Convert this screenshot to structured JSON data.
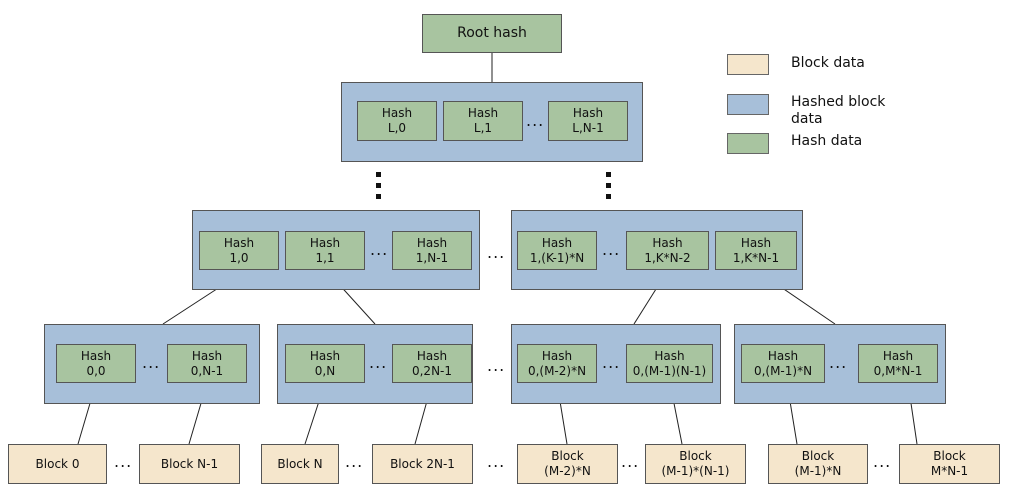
{
  "root": {
    "label": "Root hash"
  },
  "level_L": {
    "hashes": [
      {
        "title": "Hash",
        "index": "L,0"
      },
      {
        "title": "Hash",
        "index": "L,1"
      },
      {
        "title": "Hash",
        "index": "L,N-1"
      }
    ]
  },
  "level_1": {
    "left": [
      {
        "title": "Hash",
        "index": "1,0"
      },
      {
        "title": "Hash",
        "index": "1,1"
      },
      {
        "title": "Hash",
        "index": "1,N-1"
      }
    ],
    "right": [
      {
        "title": "Hash",
        "index": "1,(K-1)*N"
      },
      {
        "title": "Hash",
        "index": "1,K*N-2"
      },
      {
        "title": "Hash",
        "index": "1,K*N-1"
      }
    ]
  },
  "level_0": {
    "groups": [
      [
        {
          "title": "Hash",
          "index": "0,0"
        },
        {
          "title": "Hash",
          "index": "0,N-1"
        }
      ],
      [
        {
          "title": "Hash",
          "index": "0,N"
        },
        {
          "title": "Hash",
          "index": "0,2N-1"
        }
      ],
      [
        {
          "title": "Hash",
          "index": "0,(M-2)*N"
        },
        {
          "title": "Hash",
          "index": "0,(M-1)(N-1)"
        }
      ],
      [
        {
          "title": "Hash",
          "index": "0,(M-1)*N"
        },
        {
          "title": "Hash",
          "index": "0,M*N-1"
        }
      ]
    ]
  },
  "blocks": [
    {
      "line1": "Block 0",
      "line2": ""
    },
    {
      "line1": "Block N-1",
      "line2": ""
    },
    {
      "line1": "Block N",
      "line2": ""
    },
    {
      "line1": "Block 2N-1",
      "line2": ""
    },
    {
      "line1": "Block",
      "line2": "(M-2)*N"
    },
    {
      "line1": "Block",
      "line2": "(M-1)*(N-1)"
    },
    {
      "line1": "Block",
      "line2": "(M-1)*N"
    },
    {
      "line1": "Block",
      "line2": "M*N-1"
    }
  ],
  "ellipsis": "...",
  "legend": {
    "block_data": "Block data",
    "hashed_block_line1": "Hashed block",
    "hashed_block_line2": "data",
    "hash_data": "Hash data"
  },
  "colors": {
    "block": "#f5e6cc",
    "hashed_group": "#a7bfd9",
    "hash": "#a8c4a0"
  }
}
